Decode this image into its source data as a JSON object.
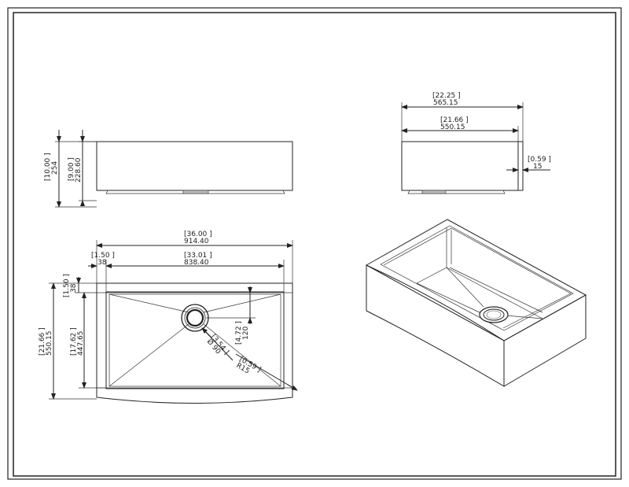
{
  "front_view": {
    "height_in": "[10.00 ]",
    "height_mm": "254",
    "inner_height_in": "[9.00 ]",
    "inner_height_mm": "228.60"
  },
  "side_view": {
    "depth_in": "[22.25 ]",
    "depth_mm": "565.15",
    "inner_depth_in": "[21.66 ]",
    "inner_depth_mm": "550.15",
    "apron_in": "[0.59 ]",
    "apron_mm": "15"
  },
  "top_view": {
    "width_in": "[36.00 ]",
    "width_mm": "914.40",
    "rim_in": "[1.50 ]",
    "rim_mm": "38",
    "inner_width_in": "[33.01 ]",
    "inner_width_mm": "838.40",
    "rim_front_in": "[1.50 ]",
    "rim_front_mm": "38",
    "depth_in": "[21.66 ]",
    "depth_mm": "550.15",
    "bowl_depth_in": "[17.62 ]",
    "bowl_depth_mm": "447.65",
    "drain_offset_in": "[4.72 ]",
    "drain_offset_mm": "120",
    "drain_dia_in": "[3.54 ]",
    "drain_dia_mm": "Ø 90",
    "corner_radius_in": "[0.59 ]",
    "corner_radius_mm": "R15"
  }
}
